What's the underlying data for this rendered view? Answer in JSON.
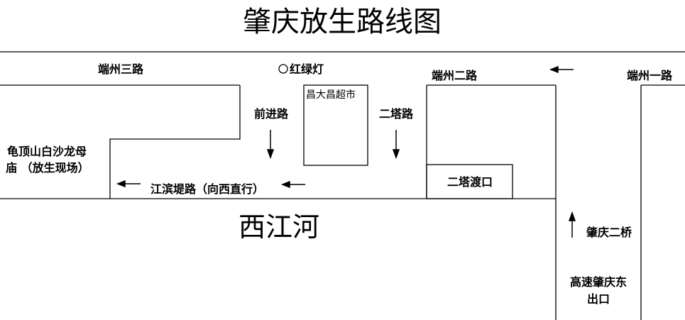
{
  "title": "肇庆放生路线图",
  "roads": {
    "duanzhou_3": "端州三路",
    "traffic_light": "红绿灯",
    "duanzhou_2": "端州二路",
    "duanzhou_1": "端州一路",
    "qianjin": "前进路",
    "erta": "二塔路",
    "jiangbin": "江滨堤路（向西直行）",
    "zhaoqing_bridge": "肇庆二桥"
  },
  "places": {
    "supermarket": "昌大昌超市",
    "temple_line1": "龟顶山白沙龙母",
    "temple_line2": "庙 （放生现场）",
    "erta_ferry": "二塔渡口",
    "exit_line1": "高速肇庆东",
    "exit_line2": "出口"
  },
  "river": "西江河"
}
